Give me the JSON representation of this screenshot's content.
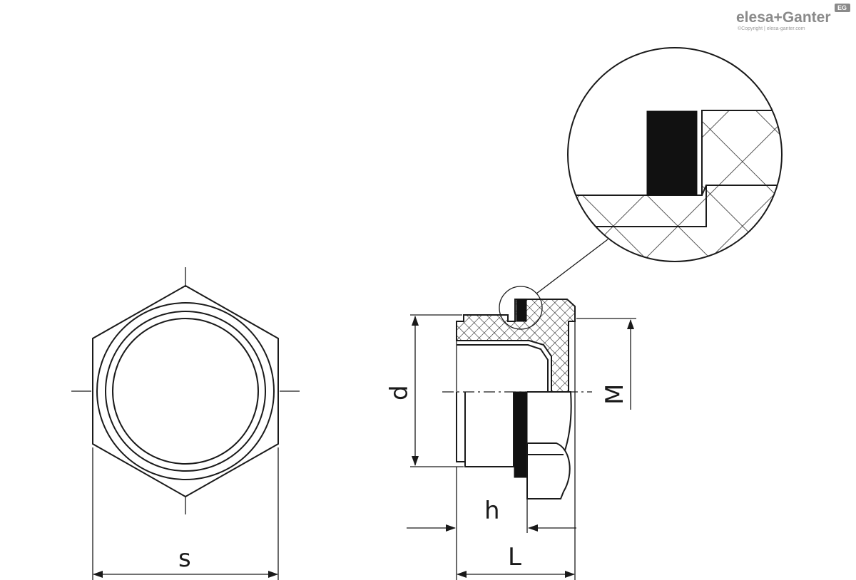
{
  "brand": {
    "name": "elesa+Ganter",
    "copyright": "©Copyright | elesa-ganter.com",
    "badge": "EG",
    "color": "#8a8a8a"
  },
  "dimensions": {
    "s": "s",
    "d": "d",
    "M": "M",
    "h": "h",
    "L": "L"
  },
  "colors": {
    "line": "#1a1a1a",
    "seal": "#111111",
    "background": "#ffffff"
  }
}
